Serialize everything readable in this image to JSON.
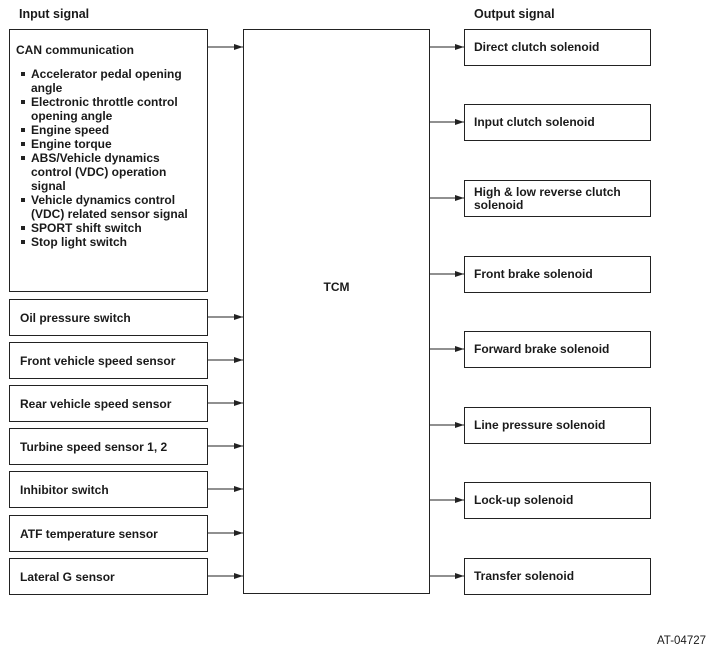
{
  "headers": {
    "input": "Input signal",
    "output": "Output signal"
  },
  "can": {
    "title": "CAN communication",
    "items": [
      "Accelerator pedal opening angle",
      "Electronic throttle control opening angle",
      "Engine speed",
      "Engine torque",
      "ABS/Vehicle dynamics control (VDC) operation signal",
      "Vehicle dynamics control (VDC) related sensor signal",
      "SPORT shift switch",
      "Stop light switch"
    ]
  },
  "inputs": [
    "Oil pressure switch",
    "Front vehicle speed sensor",
    "Rear vehicle speed sensor",
    "Turbine speed sensor 1, 2",
    "Inhibitor switch",
    "ATF temperature sensor",
    "Lateral G sensor"
  ],
  "tcm": {
    "label": "TCM"
  },
  "outputs": [
    "Direct clutch solenoid",
    "Input clutch solenoid",
    "High & low reverse clutch solenoid",
    "Front brake solenoid",
    "Forward brake solenoid",
    "Line pressure solenoid",
    "Lock-up solenoid",
    "Transfer solenoid"
  ],
  "figure_code": "AT-04727"
}
